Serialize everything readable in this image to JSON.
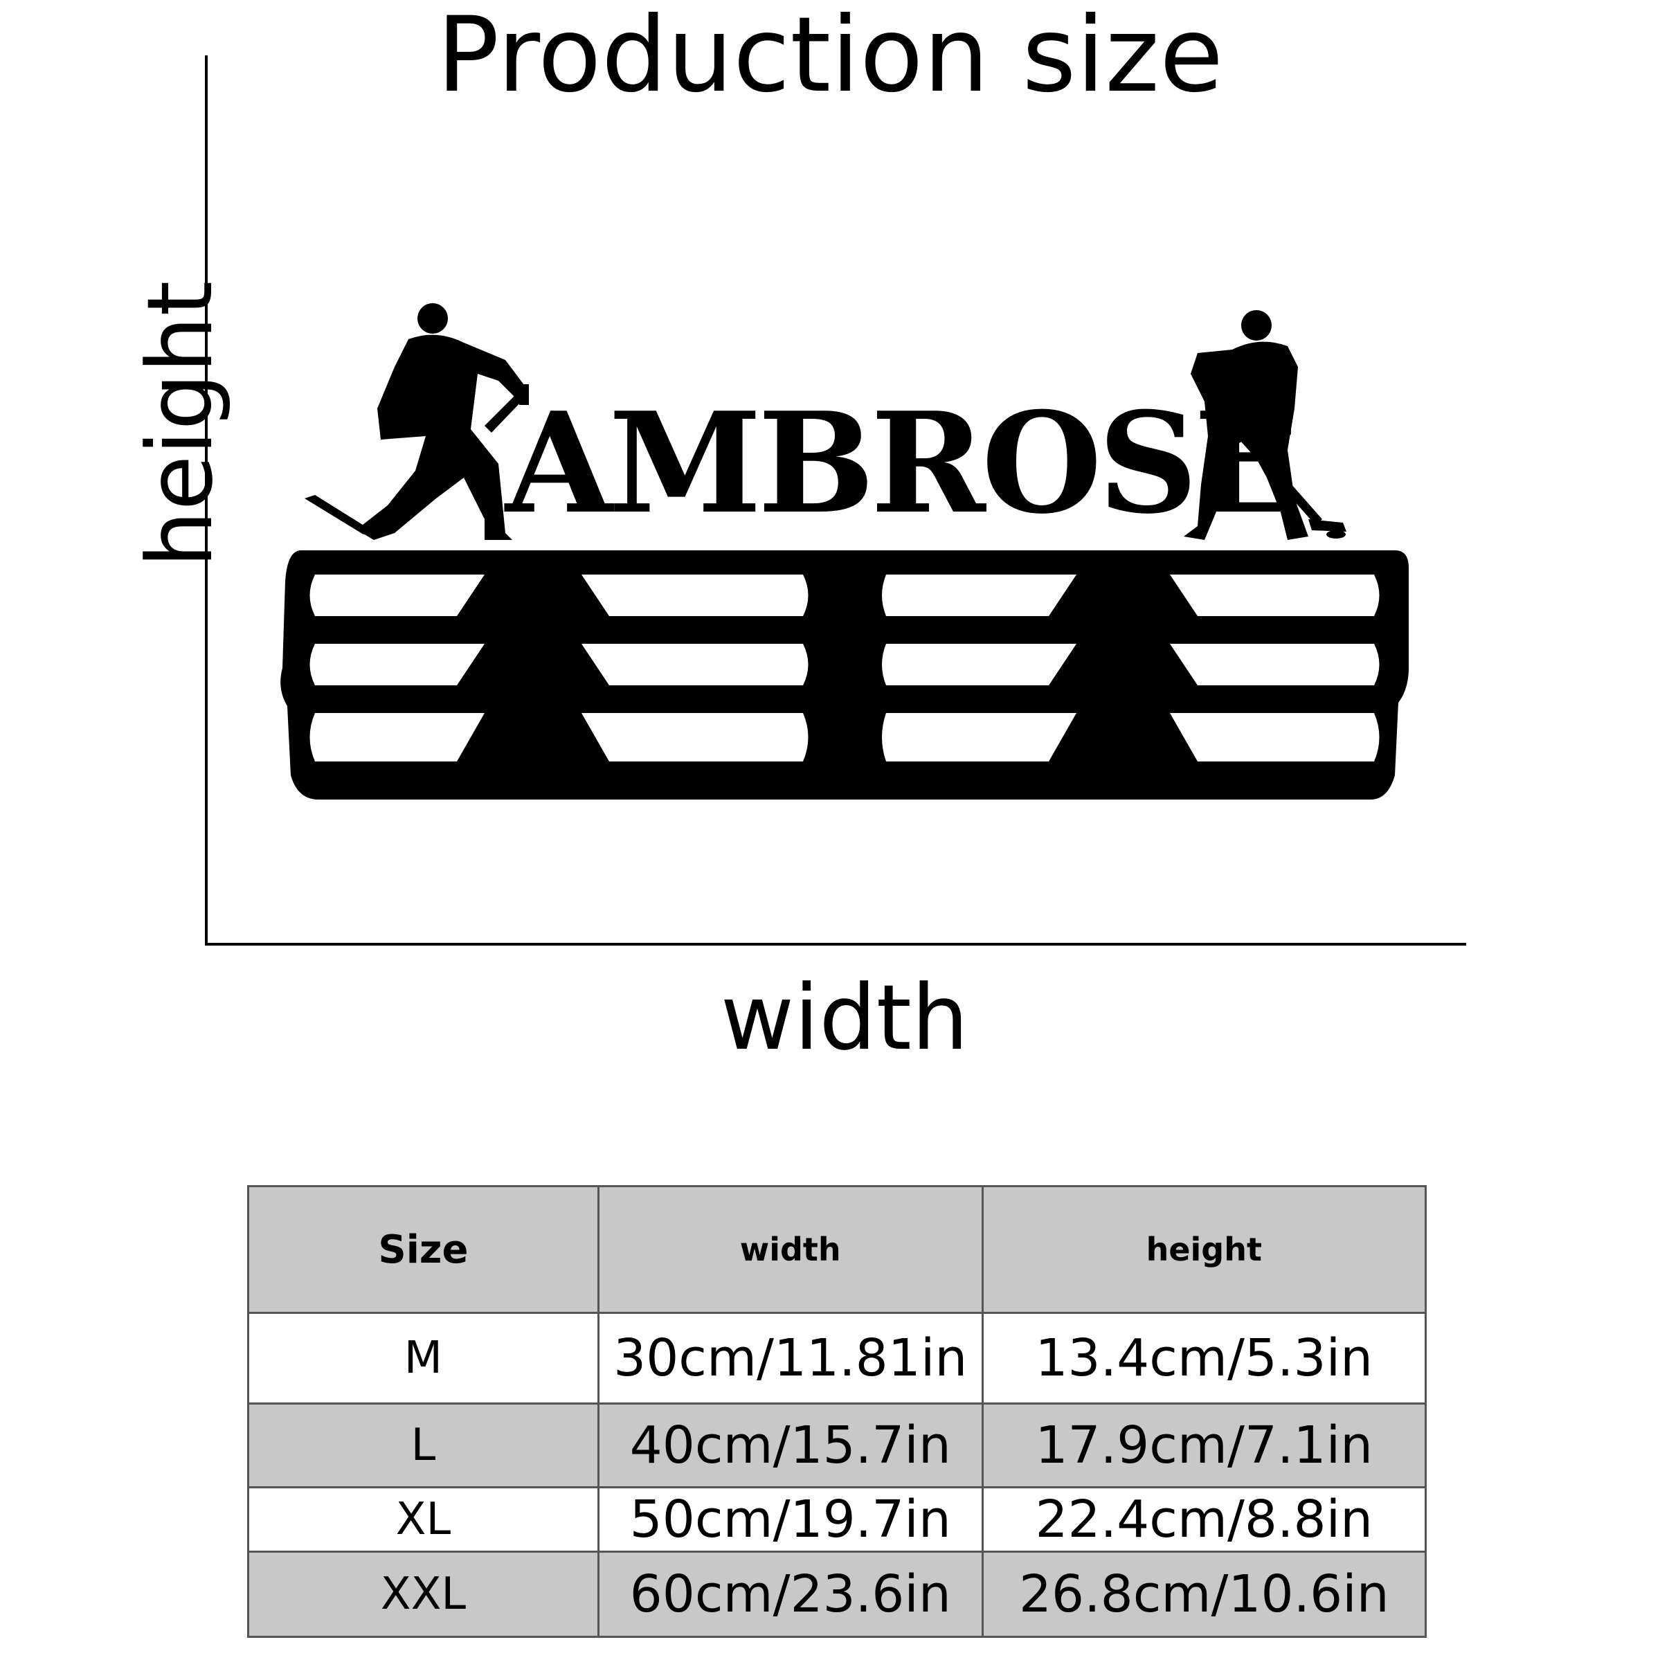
{
  "title": "Production size",
  "axes": {
    "vertical_label": "height",
    "horizontal_label": "width"
  },
  "product": {
    "name_text": "AMBROSE",
    "description_icons": [
      "hockey-player-left-icon",
      "hockey-player-right-icon"
    ],
    "rows_of_hooks": 3,
    "hook_groups": 4
  },
  "table": {
    "headers": {
      "size": "Size",
      "width": "width",
      "height": "height"
    },
    "rows": [
      {
        "size": "M",
        "width": "30cm/11.81in",
        "height": "13.4cm/5.3in"
      },
      {
        "size": "L",
        "width": "40cm/15.7in",
        "height": "17.9cm/7.1in"
      },
      {
        "size": "XL",
        "width": "50cm/19.7in",
        "height": "22.4cm/8.8in"
      },
      {
        "size": "XXL",
        "width": "60cm/23.6in",
        "height": "26.8cm/10.6in"
      }
    ]
  },
  "colors": {
    "ink": "#000000",
    "table_shade": "#c8c8c8",
    "table_border": "#555555"
  }
}
